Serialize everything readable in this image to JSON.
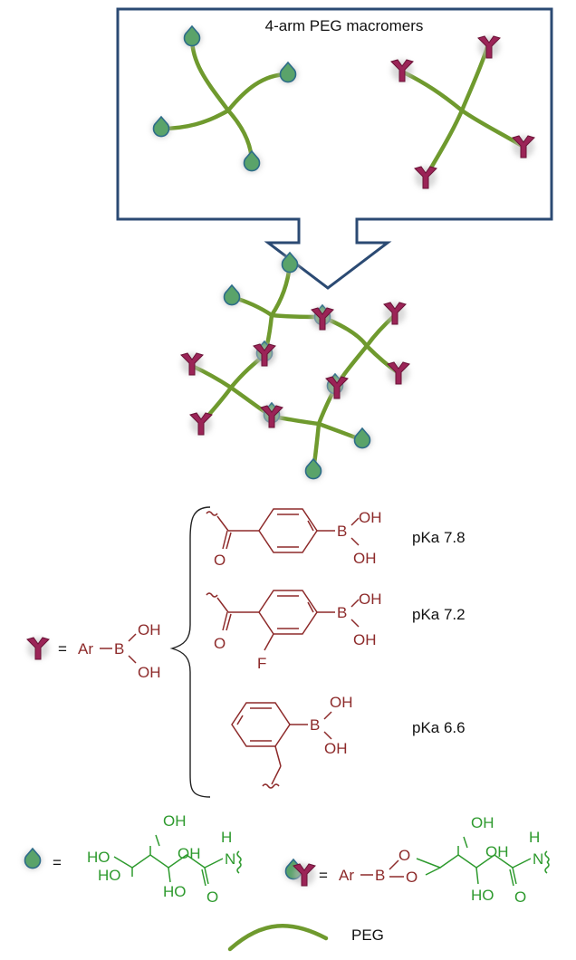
{
  "title": "4-arm PEG macromers",
  "pka_labels": [
    "pKa 7.8",
    "pKa 7.2",
    "pKa 6.6"
  ],
  "legend": {
    "eq": "=",
    "ar": "Ar",
    "b": "B",
    "oh": "OH",
    "o": "O",
    "f": "F",
    "ho": "HO",
    "nh": "N",
    "h": "H",
    "peg_label": "PEG"
  },
  "colors": {
    "peg": "#6f9a2e",
    "gluconamide": "#5aa36a",
    "boronic_acid": "#9b2457",
    "chem_red": "#8d2a2a",
    "chem_green": "#2e9a2e",
    "box_border": "#2b4a73"
  }
}
